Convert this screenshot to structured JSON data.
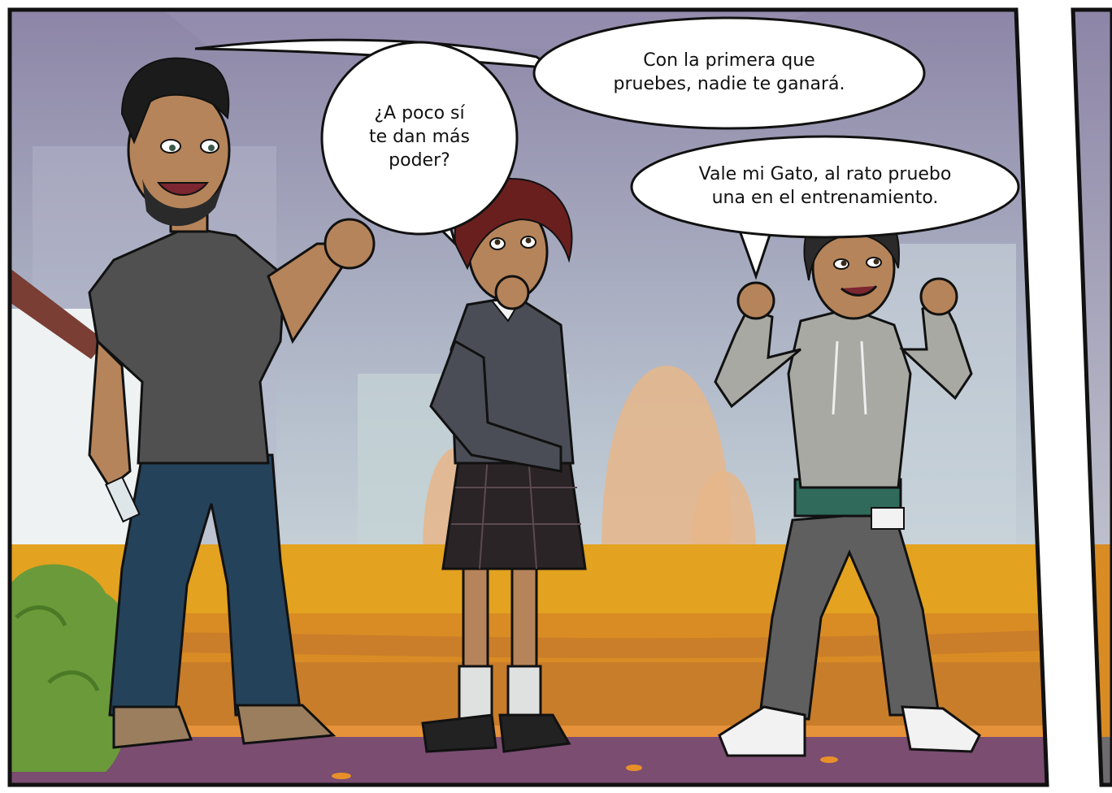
{
  "comic": {
    "bubbles": [
      {
        "speaker": "man",
        "lines": [
          "Con la primera que",
          "pruebes, nadie te ganará."
        ]
      },
      {
        "speaker": "girl",
        "lines": [
          "¿A poco sí",
          "te dan más",
          "poder?"
        ]
      },
      {
        "speaker": "boy",
        "lines": [
          "Vale mi Gato, al rato pruebo",
          "una en el entrenamiento."
        ]
      }
    ]
  },
  "colors": {
    "sky_top": "#8f86a7",
    "sky_bottom": "#dde7e6",
    "ground": "#e3a21f",
    "sidewalk": "#c2752a",
    "street": "#7a4d71",
    "frame": "#1a1a1a"
  }
}
